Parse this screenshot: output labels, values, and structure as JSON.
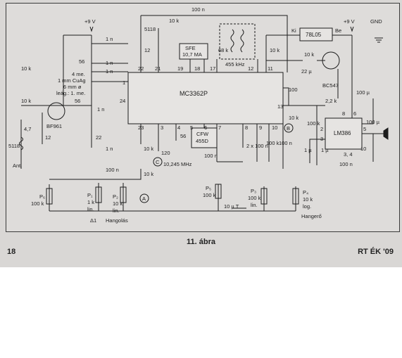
{
  "figure": {
    "caption": "11. ábra",
    "page_number": "18",
    "journal": "RT ÉK '09"
  },
  "ics": {
    "main": "MC3362P",
    "regulator": "78L05",
    "regulator_ki": "Ki",
    "regulator_be": "Be",
    "amp": "LM386",
    "filter1_a": "SFE",
    "filter1_b": "10,7 MA",
    "filter2_a": "CFW",
    "filter2_b": "455D"
  },
  "transistors": {
    "fet": "BF961",
    "bjt": "BC547"
  },
  "supply": {
    "v1": "+9 V",
    "v2": "+9 V",
    "gnd": "GND"
  },
  "labels": {
    "c100n_top": "100 n",
    "r10k_top": "10 k",
    "coil5118_top": "5118",
    "c12_top": "12",
    "r68k": "68 k",
    "coil455": "455 kHz",
    "r10k_reg": "10 k",
    "r10k_reg2": "10 k",
    "c22u": "22 µ",
    "r10k_left": "10 k",
    "c1n_a": "1 n",
    "r56_a": "56",
    "c1n_b": "1 n",
    "c1n_c": "1 n",
    "coil_note1": "4 me.",
    "coil_note2": "1 mm CuAg",
    "coil_note3": "6 mm ø",
    "coil_note4": "leág.: 1. me.",
    "r10k_gate": "10 k",
    "r56_b": "56",
    "c1n_d": "1 n",
    "c4_7": "4,7",
    "coil5118_ant": "5118",
    "c12_ant": "12",
    "c22_var": "22",
    "ant": "Ant.",
    "r100": "100",
    "r2_2k": "2,2 k",
    "c100u_a": "100 µ",
    "r10k_right": "10 k",
    "r100k_right": "100 k",
    "c100u_b": "100 µ",
    "c1u_a": "1 µ",
    "c1u_b": "1 µ",
    "c100n_out": "100 n",
    "r10_out": "10",
    "pin_lm_8": "8",
    "pin_lm_6": "6",
    "pin_lm_2": "2",
    "pin_lm_3": "3",
    "pin_lm_5": "5",
    "pin_lm_34": "3, 4",
    "c1n_e": "1 n",
    "r10k_p23": "10 k",
    "c120": "120",
    "c56": "56",
    "xtal": "10,245 MHz",
    "c100n_x": "100 n",
    "c2x100n": "2 x 100 n",
    "c100n_p9": "100 n",
    "r10k_p9": "100 k",
    "c100n_left": "100 n",
    "r10k_low": "10 k",
    "point_a": "A",
    "point_b": "B",
    "point_c": "C",
    "p6": "P₆",
    "p6_val": "100 k",
    "p1": "P₁",
    "p1_val": "1 k",
    "p1_lin": "lin.",
    "p2": "P₂",
    "p2_val": "10 k",
    "p2_lin": "lin.",
    "hangolas": "Hangolás",
    "delta1": "Δ1",
    "p5": "P₅",
    "p5_val": "100 k",
    "c10u_t": "10 µ T",
    "p3": "P₃",
    "p3_val": "100 k",
    "p3_lin": "lin.",
    "p4": "P₄",
    "p4_val": "10 k",
    "p4_log": "log.",
    "hangero": "Hangerő",
    "pin1": "1",
    "pin24": "24",
    "pin22": "22",
    "pin21": "21",
    "pin19": "19",
    "pin18": "18",
    "pin17": "17",
    "pin12": "12",
    "pin11": "11",
    "pin13": "13",
    "pin23": "23",
    "pin3": "3",
    "pin4": "4",
    "pin5": "5",
    "pin6": "6",
    "pin7": "7",
    "pin8": "8",
    "pin9": "9",
    "pin10": "10"
  }
}
